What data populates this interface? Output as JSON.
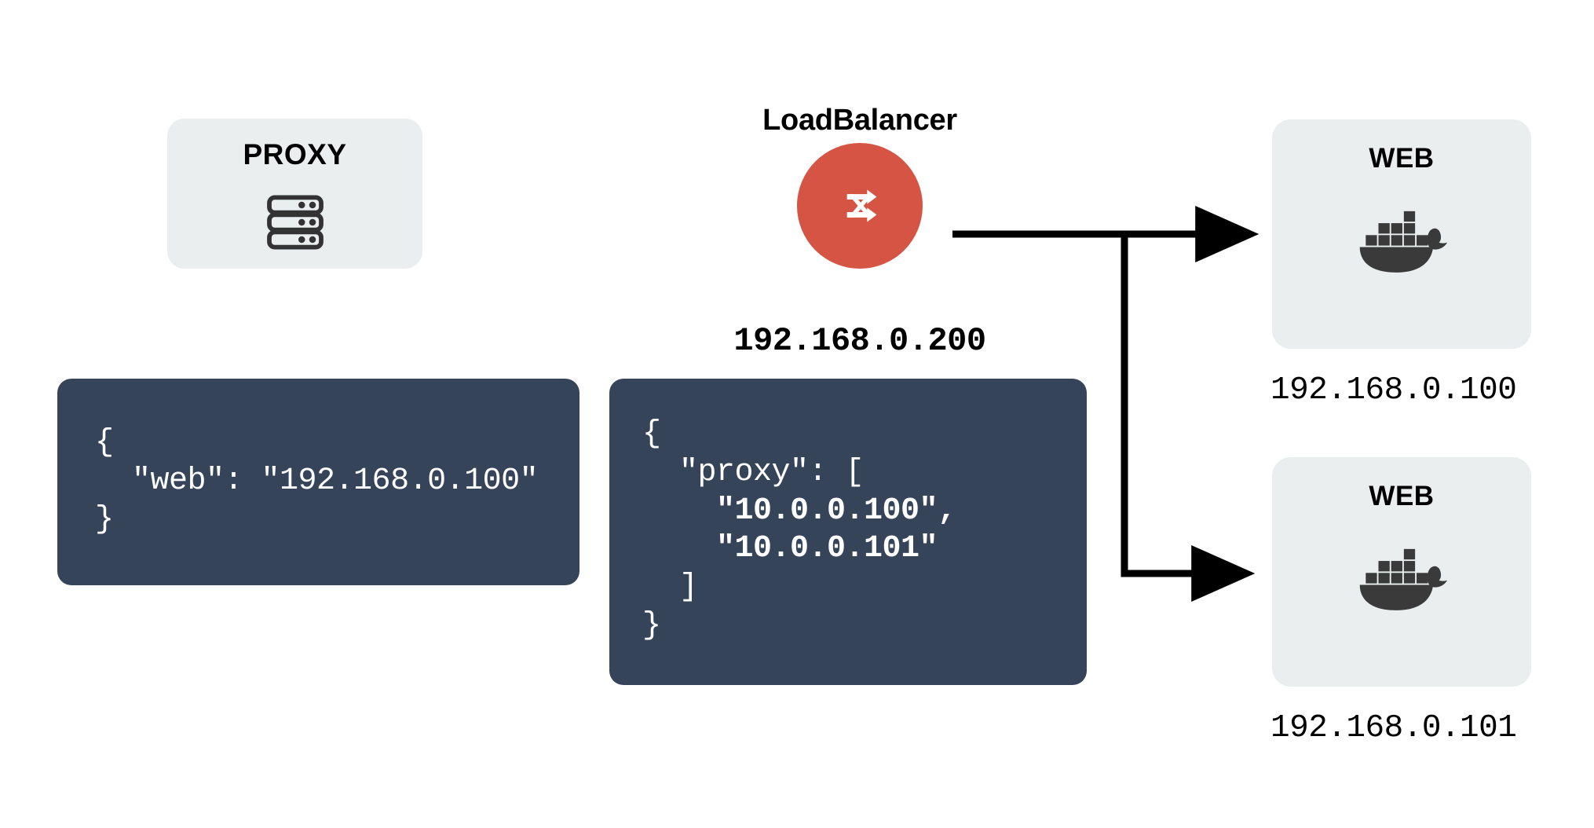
{
  "diagram": {
    "title": "LoadBalancer to web backends topology",
    "background_color": "#FFFFFF",
    "card_color": "#EAEEEF",
    "code_card_color": "#36445A",
    "accent_color": "#D55444",
    "arrow_color": "#000000"
  },
  "proxy_node": {
    "label": "PROXY",
    "icon": "server-stack-icon"
  },
  "proxy_code": {
    "line1": "{",
    "line2_key": "  \"web\": ",
    "line2_value": "\"192.168.0.100\"",
    "line3": "}",
    "full_text": "{\n  \"web\": \"192.168.0.100\"\n}"
  },
  "loadbalancer_node": {
    "label": "LoadBalancer",
    "icon": "shuffle-icon",
    "ip": "192.168.0.200",
    "circle_color": "#D55444"
  },
  "loadbalancer_code": {
    "line1": "{",
    "line2": "  \"proxy\": [",
    "line3": "    \"10.0.0.100\",",
    "line4": "    \"10.0.0.101\"",
    "line5": "  ]",
    "line6": "}",
    "full_text": "{\n  \"proxy\": [\n    \"10.0.0.100\",\n    \"10.0.0.101\"\n  ]\n}"
  },
  "web_nodes": [
    {
      "label": "WEB",
      "icon": "docker-whale-icon",
      "ip": "192.168.0.100"
    },
    {
      "label": "WEB",
      "icon": "docker-whale-icon",
      "ip": "192.168.0.101"
    }
  ],
  "connections": [
    {
      "from": "loadbalancer_node",
      "to": "web_node_1",
      "style": "solid-arrow"
    },
    {
      "from": "loadbalancer_node",
      "to": "web_node_2",
      "style": "solid-arrow-elbow"
    }
  ]
}
